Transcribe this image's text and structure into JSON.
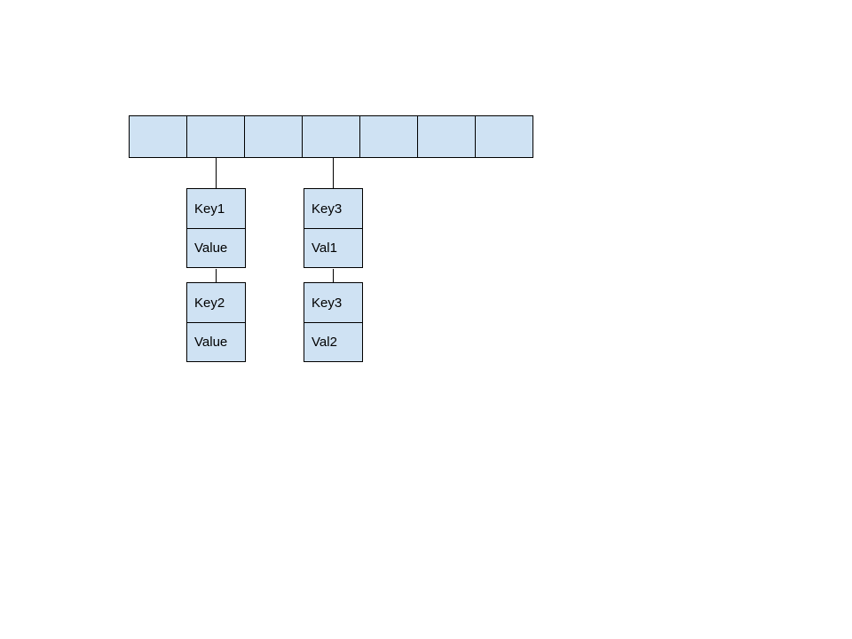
{
  "diagram": {
    "type": "hash-table-with-chaining",
    "colors": {
      "cell_fill": "#cfe2f3",
      "line": "#000000",
      "background": "#ffffff",
      "text": "#000000"
    },
    "array": {
      "bucket_count": 7,
      "buckets_with_chains": [
        1,
        3
      ]
    },
    "chains": [
      {
        "bucket_index": 1,
        "nodes": [
          {
            "key": "Key1",
            "value": "Value"
          },
          {
            "key": "Key2",
            "value": "Value"
          }
        ]
      },
      {
        "bucket_index": 3,
        "nodes": [
          {
            "key": "Key3",
            "value": "Val1"
          },
          {
            "key": "Key3",
            "value": "Val2"
          }
        ]
      }
    ]
  }
}
